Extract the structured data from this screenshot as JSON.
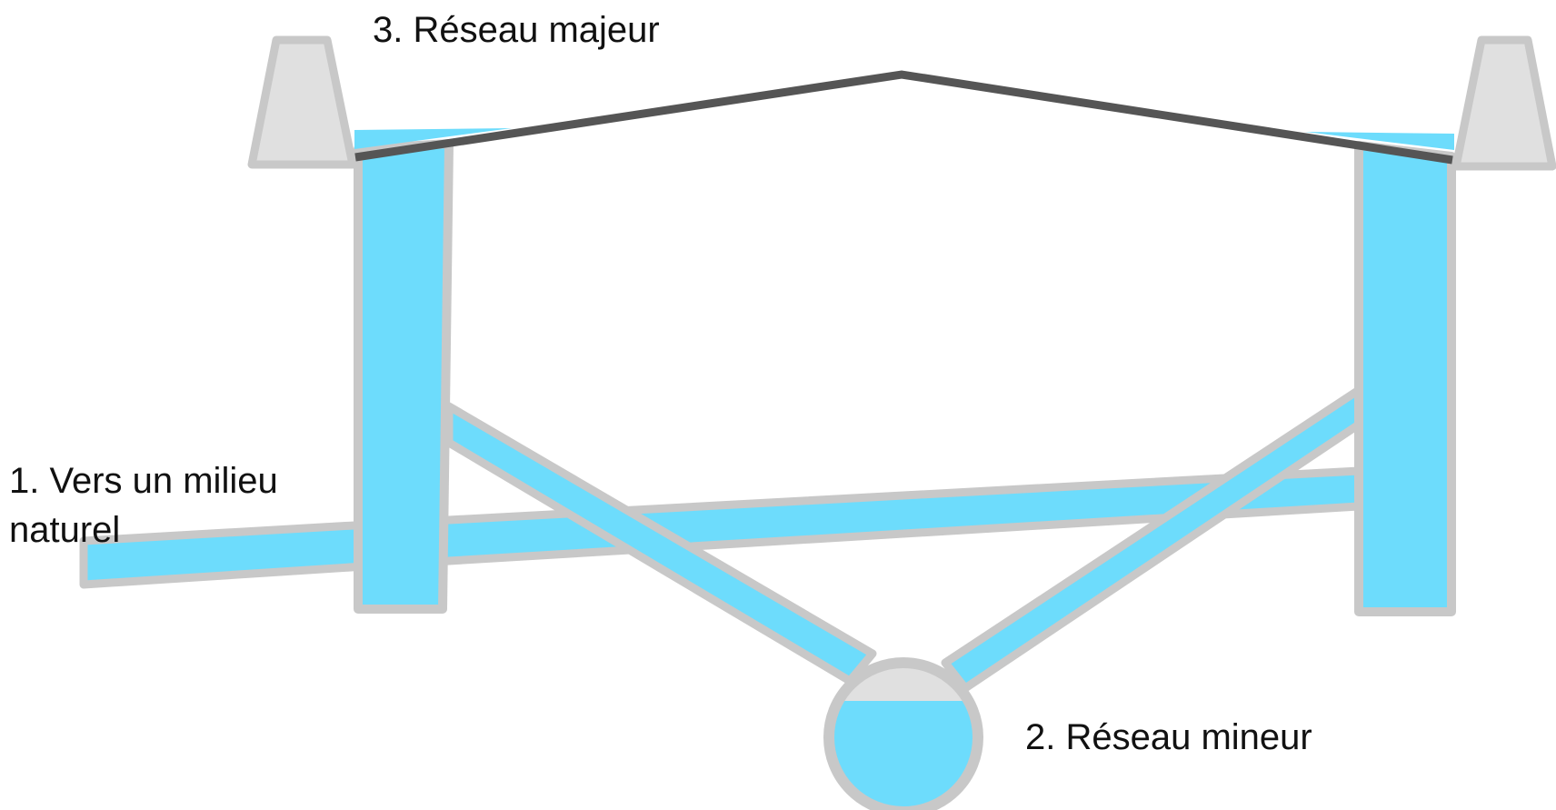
{
  "labels": {
    "natural": [
      "1. Vers un milieu",
      "naturel"
    ],
    "minor": "2. Réseau mineur",
    "major": "3. Réseau majeur"
  },
  "colors": {
    "water": "#6ddcfc",
    "wall": "#c8c8c8",
    "concrete": "#e0e0e0",
    "road": "#555555",
    "text": "#111111"
  }
}
